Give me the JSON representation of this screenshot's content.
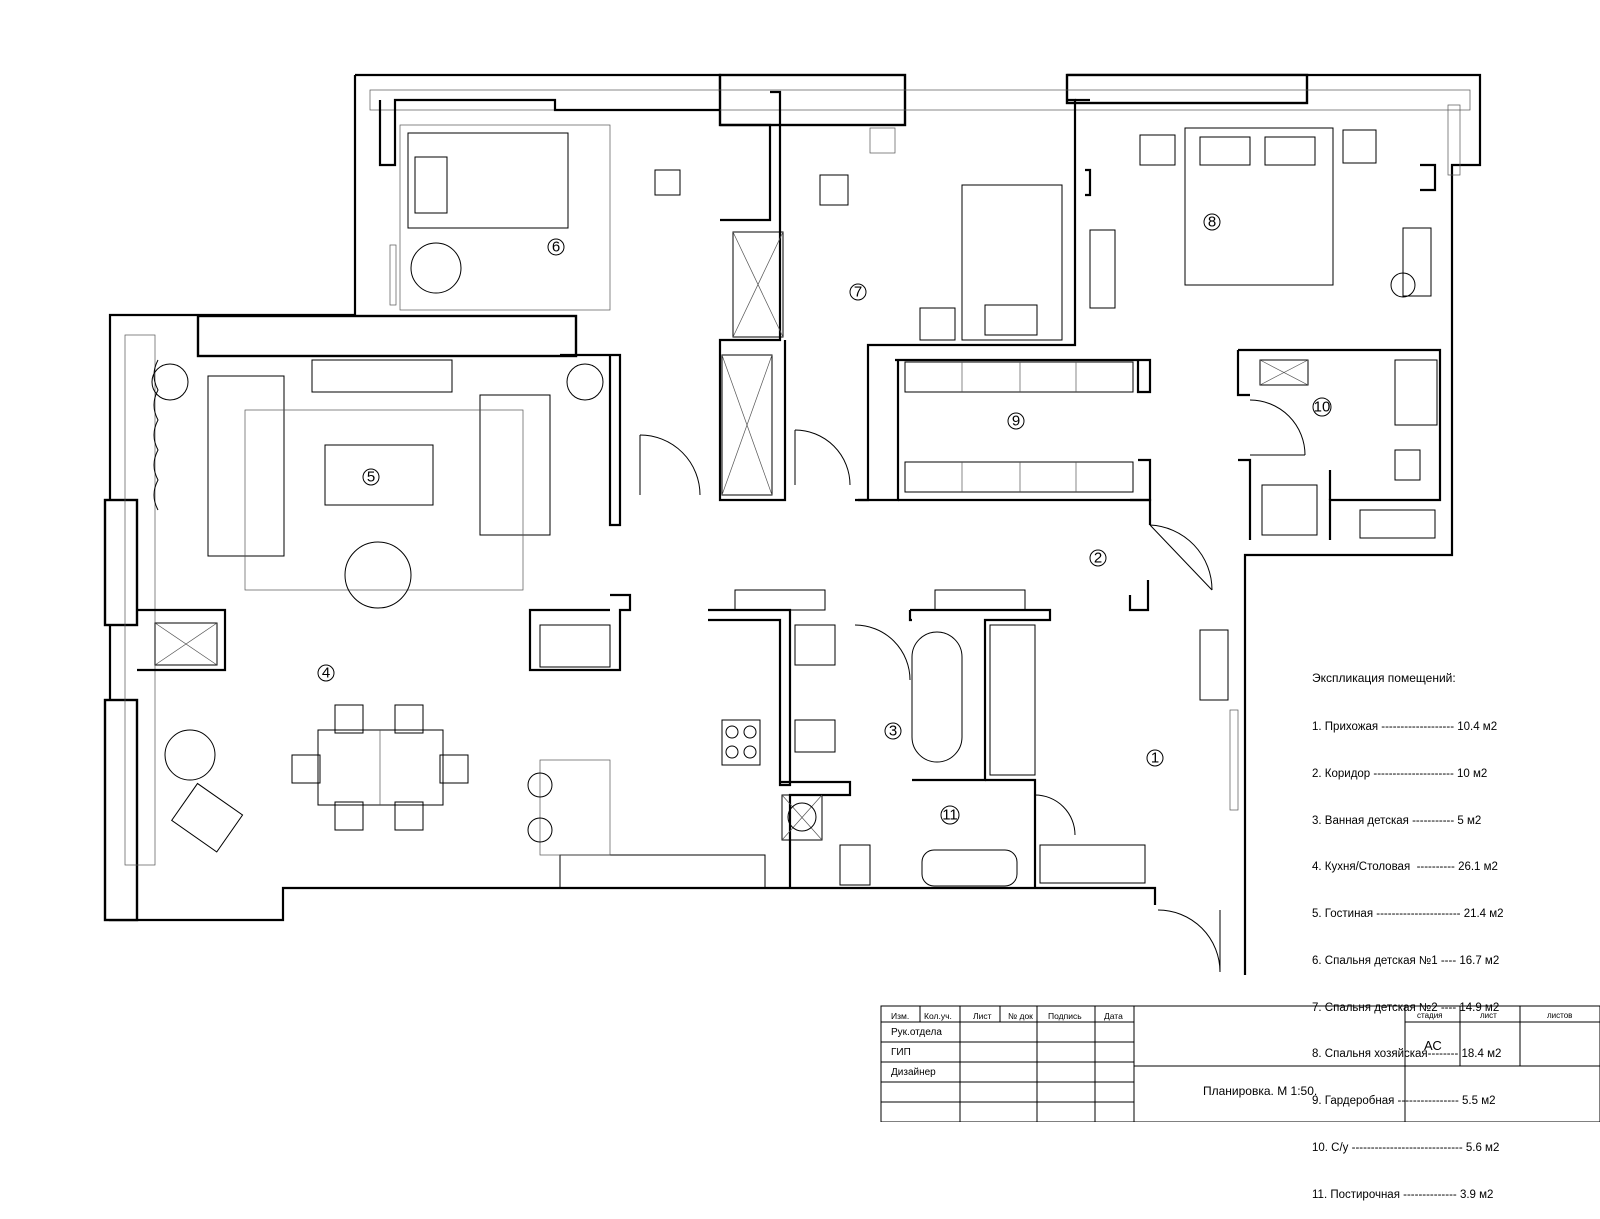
{
  "rooms": [
    {
      "num": "1"
    },
    {
      "num": "2"
    },
    {
      "num": "3"
    },
    {
      "num": "4"
    },
    {
      "num": "5"
    },
    {
      "num": "6"
    },
    {
      "num": "7"
    },
    {
      "num": "8"
    },
    {
      "num": "9"
    },
    {
      "num": "10"
    },
    {
      "num": "11"
    }
  ],
  "legend": {
    "title": "Экспликация помещений:",
    "items": [
      "1. Прихожая ------------------- 10.4 м2",
      "2. Коридор --------------------- 10 м2",
      "3. Ванная детская ----------- 5 м2",
      "4. Кухня/Столовая  ---------- 26.1 м2",
      "5. Гостиная ---------------------- 21.4 м2",
      "6. Спальня детская №1 ---- 16.7 м2",
      "7. Спальня детская №2 ---- 14.9 м2",
      "8. Спальня хозяйская-------- 18.4 м2",
      "9. Гардеробная ---------------- 5.5 м2",
      "10. С/у ----------------------------- 5.6 м2",
      "11. Постирочная -------------- 3.9 м2"
    ]
  },
  "stamp": {
    "header": [
      "Изм.",
      "Кол.уч.",
      "Лист",
      "№ док",
      "Подпись",
      "Дата"
    ],
    "roles": [
      "Рук.отдела",
      "ГИП",
      "Дизайнер"
    ],
    "stage_head": "стадия",
    "sheet_head": "лист",
    "sheets_head": "листов",
    "stage_value": "АС",
    "drawing_title": "Планировка. М 1:50."
  }
}
